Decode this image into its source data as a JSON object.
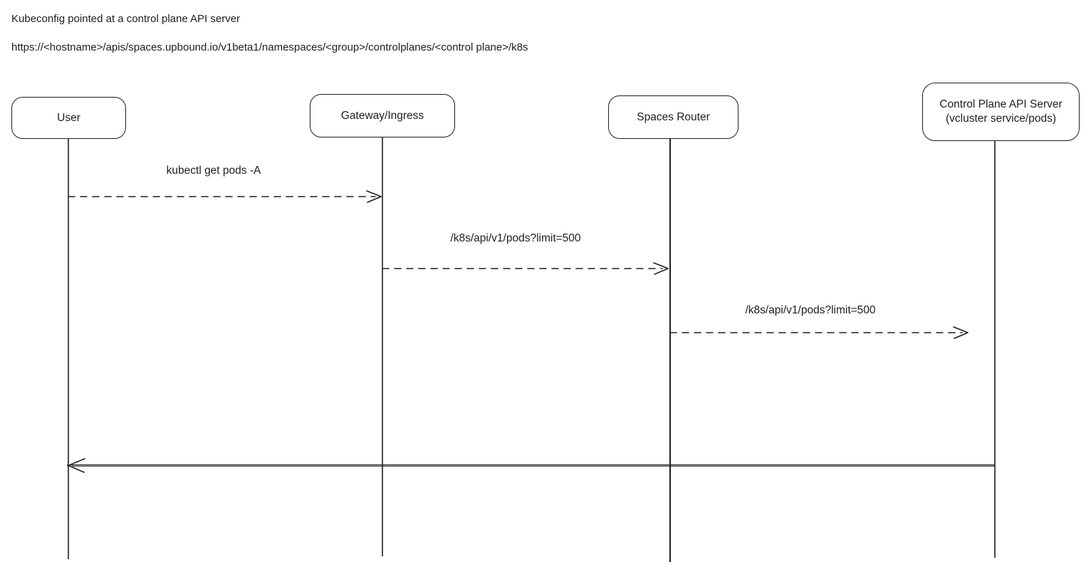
{
  "page": {
    "title_line": "Kubeconfig pointed at a control plane API server",
    "url_line": "https://<hostname>/apis/spaces.upbound.io/v1beta1/namespaces/<group>/controlplanes/<control plane>/k8s"
  },
  "diagram": {
    "type": "sequence-diagram",
    "colors": {
      "stroke": "#1e1e1e",
      "background": "#ffffff"
    },
    "actors": [
      {
        "id": "user",
        "label": "User"
      },
      {
        "id": "gateway-ingress",
        "label": "Gateway/Ingress"
      },
      {
        "id": "spaces-router",
        "label": "Spaces Router"
      },
      {
        "id": "control-plane-api-server",
        "label_line1": "Control Plane API Server",
        "label_line2": "(vcluster service/pods)"
      }
    ],
    "messages": [
      {
        "from": "User",
        "to": "Gateway/Ingress",
        "label": "kubectl get pods -A",
        "style": "dashed"
      },
      {
        "from": "Gateway/Ingress",
        "to": "Spaces Router",
        "label": "/k8s/api/v1/pods?limit=500",
        "style": "dashed"
      },
      {
        "from": "Spaces Router",
        "to": "Control Plane API Server",
        "label": "/k8s/api/v1/pods?limit=500",
        "style": "dashed"
      },
      {
        "from": "Control Plane API Server",
        "to": "User",
        "label": "",
        "style": "solid"
      }
    ]
  }
}
